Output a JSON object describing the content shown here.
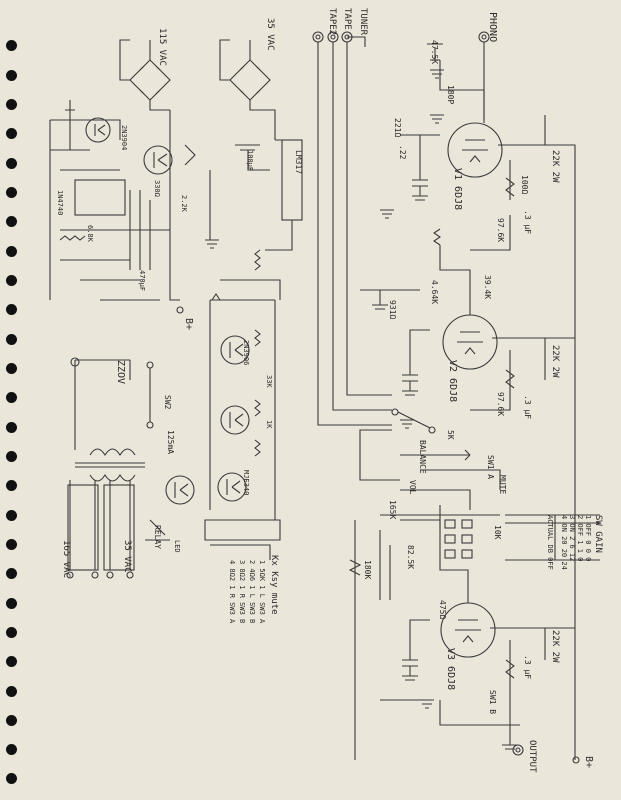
{
  "labels": {
    "phono_top": "PHONO",
    "tuner_top": "TUNER",
    "tape_top": "TAPE",
    "tape2_top": "TAPE2",
    "ac_115": "115 VAC",
    "ac_35_top": "35 VAC",
    "ac_35_bottom": "35 VAC",
    "ac_165": "165 VAC",
    "r_22k_1": "22K 2W",
    "r_22k_2": "22K 2W",
    "r_22k_3": "22K 2W",
    "tube_v1": "V1 6DJ8",
    "tube_v2": "V2 6DJ8",
    "tube_v3": "V3 6DJ8",
    "r_100": "100Ω",
    "r_97k": "97.6K",
    "r_97k_2": "97.6K",
    "r_39k": "39.4K",
    "r_464k": "4.64K",
    "r_475": "475Ω",
    "r_221": "221Ω",
    "r_931": "931Ω",
    "r_47k": "47.5K",
    "r_180": "180P",
    "c_3uf": ".3 μF",
    "c_3uf_2": ".3 μF",
    "c_3uf_3": ".3 μF",
    "c_22": ".22",
    "r_180k": "180K",
    "r_165k": "165K",
    "r_82k": "82.5K",
    "r_10k": "10K",
    "r_5k": "5K",
    "sw_gain": "SW GAIN",
    "gain_rows": [
      "1 OFF 0 0 0",
      "2 OFF 1 1 0",
      "3 ON 2 6 12",
      "4 ON 20 20 24"
    ],
    "gain_hdr": "ACTUAL DB 0FF",
    "output": "OUTPUT",
    "bplus_right": "B+",
    "bplus_left": "B+",
    "switch_1a": "SW1 A",
    "switch_1b": "SW1 B",
    "switch_2": "SW2",
    "mute": "MUTE",
    "vol": "VOL",
    "balance": "BALANCE",
    "ztr": "ZZOV",
    "fuse": "125mA",
    "relay": "RELAY",
    "mute_note": "Kx Ksy mute",
    "mute_rows": [
      "1 5ΩK 1 L SW3 A",
      "2 4Ω6 1 L SW3 B",
      "3 8Ω2 1 R SW3 B",
      "4 8Ω2 1 R SW3 A"
    ],
    "ic_lm317": "LM317",
    "q_2n3904": "2N3904",
    "q_2n3906": "2N3906",
    "q_mje": "MJE340",
    "r_6_8k": "6.8K",
    "r_2_2k": "2.2K",
    "r_1k": "1K",
    "r_33k": "33K",
    "r_330": "330Ω",
    "c_470": "470μF",
    "c_100": "100μF",
    "led": "LED",
    "zener": "1N4740"
  }
}
